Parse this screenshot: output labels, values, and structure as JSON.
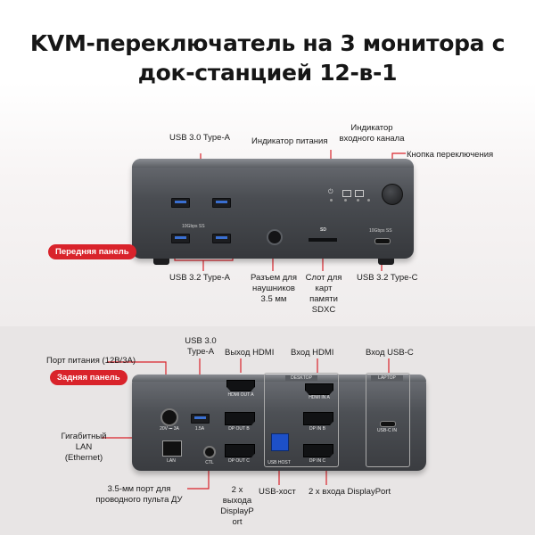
{
  "title": {
    "line1": "KVM-переключатель на 3 монитора с",
    "line2": "док-станцией 12-в-1"
  },
  "front": {
    "badge": "Передняя панель",
    "labels": {
      "usb30": "USB 3.0 Type-A",
      "power_indicator": "Индикатор питания",
      "input_indicator_1": "Индикатор",
      "input_indicator_2": "входного канала",
      "switch_button": "Кнопка переключения",
      "usb32a": "USB 3.2 Type-A",
      "headphone_1": "Разъем для",
      "headphone_2": "наушников",
      "headphone_3": "3.5 мм",
      "sd_1": "Слот для",
      "sd_2": "карт",
      "sd_3": "памяти",
      "sd_4": "SDXC",
      "usb32c": "USB 3.2 Type-C"
    },
    "device_text": {
      "speed_a": "10Gbps SS",
      "speed_c": "10Gbps SS",
      "sd": "SD"
    }
  },
  "back": {
    "badge": "Задняя панель",
    "labels": {
      "power_1": "Порт питания (12В/3А)",
      "usb30_1": "USB 3.0",
      "usb30_2": "Type-A",
      "hdmi_out": "Выход HDMI",
      "hdmi_in": "Вход HDMI",
      "usbc_in": "Вход USB-C",
      "lan_1": "Гигабитный",
      "lan_2": "LAN",
      "lan_3": "(Ethernet)",
      "remote_1": "3.5-мм порт для",
      "remote_2": "проводного пульта ДУ",
      "dp_out_1": "2 х",
      "dp_out_2": "выхода",
      "dp_out_3": "DisplayP",
      "dp_out_4": "ort",
      "usb_host": "USB-хост",
      "dp_in": "2 х входа DisplayPort"
    },
    "device_text": {
      "volt": "20V ⎓ 3A",
      "usb_speed": "1.5A",
      "lan": "LAN",
      "ctl": "CTL",
      "hdmi_out_a": "HDMI OUT A",
      "dp_out_b": "DP OUT B",
      "dp_out_c": "DP OUT C",
      "hdmi_in_a": "HDMI IN A",
      "dp_in_b": "DP IN B",
      "dp_in_c": "DP IN C",
      "usb_host_p": "USB HOST",
      "usbc_in_p": "USB-C IN",
      "desktop": "DESKTOP",
      "laptop": "LAPTOP"
    }
  },
  "colors": {
    "accent": "#d9232b",
    "usb_blue": "#3a6fd0"
  }
}
